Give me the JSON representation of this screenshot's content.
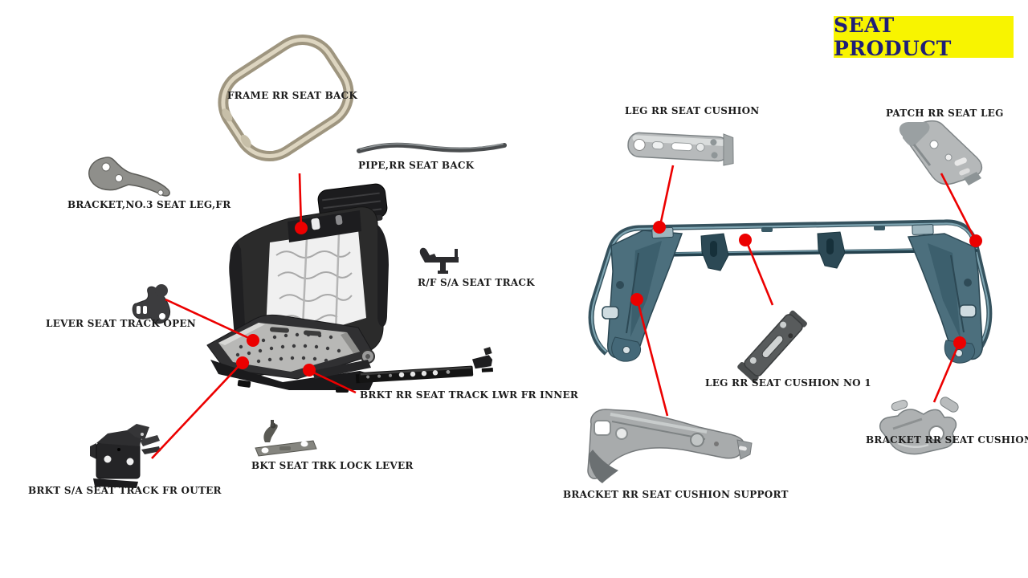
{
  "title": {
    "text": "SEAT PRODUCT",
    "bg_color": "#f8f400",
    "text_color": "#1e1e78"
  },
  "colors": {
    "background": "#ffffff",
    "leader_line": "#ec0000",
    "callout_dot": "#ec0000",
    "label_text": "#1b1b1b",
    "steel_blue_frame": "#4c6f7d",
    "silver_part": "#b4b6b5",
    "dark_part": "#262626",
    "champagne_tube": "#a99f86"
  },
  "labels": {
    "frame_rr_seat_back": "FRAME RR SEAT BACK",
    "pipe_rr_seat_back": "PIPE,RR SEAT BACK",
    "bracket_no3_seat_leg_fr": "BRACKET,NO.3 SEAT LEG,FR",
    "lever_seat_track_open": "LEVER SEAT TRACK OPEN",
    "rf_sa_seat_track": "R/F S/A SEAT TRACK",
    "brkt_rr_seat_track_lwr_fr_inner": "BRKT RR SEAT TRACK LWR FR INNER",
    "bkt_seat_trk_lock_lever": "BKT SEAT TRK LOCK LEVER",
    "brkt_sa_seat_track_fr_outer": "BRKT S/A SEAT TRACK FR OUTER",
    "leg_rr_seat_cushion": "LEG RR SEAT CUSHION",
    "patch_rr_seat_leg": "PATCH RR SEAT LEG",
    "leg_rr_seat_cushion_no_1": "LEG RR SEAT CUSHION NO 1",
    "bracket_rr_seat_cushion": "BRACKET RR SEAT CUSHION",
    "bracket_rr_seat_cushion_support": "BRACKET RR SEAT CUSHION SUPPORT"
  }
}
